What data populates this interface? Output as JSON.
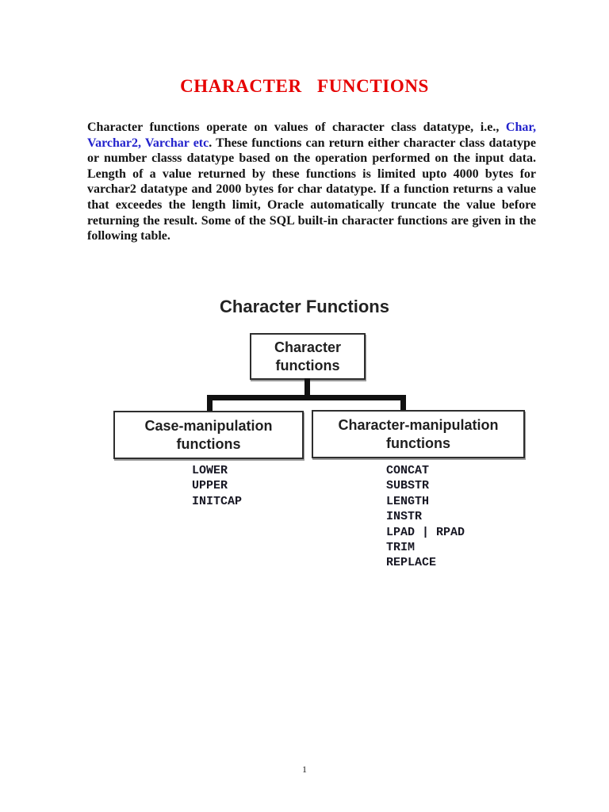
{
  "document": {
    "title": "CHARACTER FUNCTIONS",
    "page_number": "1",
    "paragraph": {
      "before_link": "Character functions operate on values of character class datatype, i.e., ",
      "link": "Char, Varchar2, Varchar etc",
      "after_link": ". These functions can return either character class datatype or number classs datatype based on the operation performed on the input data. Length of a value returned by these functions is limited upto 4000 bytes for varchar2 datatype and 2000 bytes for char datatype. If a function returns a value that exceedes the length limit, Oracle automatically truncate the value before returning the result. Some of the SQL built-in character functions are given in the following table."
    }
  },
  "diagram": {
    "title": "Character Functions",
    "root_box": "Character\nfunctions",
    "left_box": "Case-manipulation\nfunctions",
    "right_box": "Character-manipulation\nfunctions",
    "left_items": [
      "LOWER",
      "UPPER",
      "INITCAP"
    ],
    "right_items": [
      "CONCAT",
      "SUBSTR",
      "LENGTH",
      "INSTR",
      "LPAD | RPAD",
      "TRIM",
      "REPLACE"
    ]
  },
  "colors": {
    "title_red": "#e60000",
    "link_blue": "#2222cc",
    "body_text": "#141414",
    "connector_black": "#111111"
  }
}
